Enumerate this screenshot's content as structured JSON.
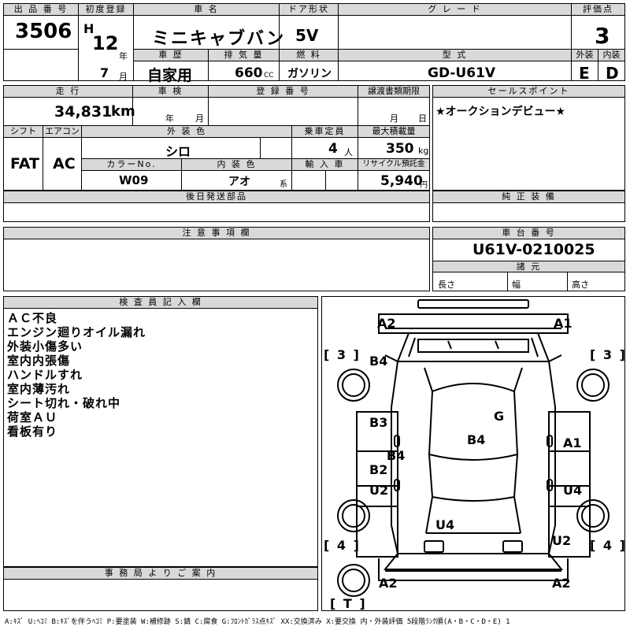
{
  "row1": {
    "lot_label": "出 品 番 号",
    "lot": "3506",
    "first_reg_label": "初度登録",
    "era": "H",
    "year": "12",
    "year_unit": "年",
    "month": "7",
    "month_unit": "月",
    "car_name_label": "車 名",
    "car_name": "ミニキャブバン",
    "door_label": "ドア形状",
    "door": "5V",
    "grade_label": "グ レ ー ド",
    "grade": "",
    "score_label": "評価点",
    "score": "3",
    "history_label": "車 歴",
    "history": "自家用",
    "displacement_label": "排 気 量",
    "displacement": "660",
    "displacement_unit": "CC",
    "fuel_label": "燃 料",
    "fuel": "ガソリン",
    "model_label": "型 式",
    "model": "GD-U61V",
    "ext_grade_label": "外装",
    "ext_grade": "E",
    "int_grade_label": "内装",
    "int_grade": "D"
  },
  "row2": {
    "mileage_label": "走 行",
    "mileage": "34,831",
    "mileage_unit": "km",
    "inspection_label": "車 検",
    "insp_year_unit": "年",
    "insp_month_unit": "月",
    "reg_no_label": "登 録 番 号",
    "transfer_label": "譲渡書類期限",
    "transfer_month_unit": "月",
    "transfer_day_unit": "日",
    "shift_label": "シフト",
    "shift": "FAT",
    "ac_label": "エアコン",
    "ac": "AC",
    "ext_color_label": "外 装 色",
    "ext_color": "シロ",
    "capacity_label": "乗車定員",
    "capacity": "4",
    "capacity_unit": "人",
    "max_load_label": "最大積載量",
    "max_load": "350",
    "max_load_unit": "kg",
    "color_no_label": "カラーNo.",
    "color_no": "W09",
    "int_color_label": "内 装 色",
    "int_color": "アオ",
    "int_color_suffix": "系",
    "import_label": "輸 入 車",
    "recycle_label": "リサイクル預託金",
    "recycle": "5,940",
    "recycle_unit": "円"
  },
  "sales_points": {
    "label": "セールスポイント",
    "text": "★オークションデビュー★"
  },
  "later_parts_label": "後日発送部品",
  "standard_equip_label": "純 正 装 備",
  "caution_label": "注 意 事 項 欄",
  "chassis": {
    "label": "車 台 番 号",
    "number": "U61V-0210025",
    "specs_label": "諸 元",
    "length_label": "長さ",
    "width_label": "幅",
    "height_label": "高さ"
  },
  "inspector": {
    "label": "検 査 員 記 入 欄",
    "notes": [
      "ＡＣ不良",
      "エンジン廻りオイル漏れ",
      "外装小傷多い",
      "室内内張傷",
      "ハンドルすれ",
      "室内薄汚れ",
      "シート切れ・破れ中",
      "荷室ＡＵ",
      "看板有り"
    ]
  },
  "office_label": "事 務 局 よ り ご 案 内",
  "diagram": {
    "marks": {
      "a2_top_left": "A2",
      "a1_top_right": "A1",
      "b4_left": "B4",
      "g_center": "G",
      "b3_left": "B3",
      "b4_center": "B4",
      "a1_right": "A1",
      "b4_left_low": "B4",
      "b2_left": "B2",
      "u2_left": "U2",
      "u4_right": "U4",
      "u4_bottom": "U4",
      "u2_right": "U2",
      "a2_bottom_left": "A2",
      "a2_bottom_right": "A2"
    },
    "brackets": {
      "left_top": "[ 3 ]",
      "right_top": "[ 3 ]",
      "left_bottom": "[ 4 ]",
      "right_bottom": "[ 4 ]",
      "bottom_t": "[ T ]"
    }
  },
  "legend": "A:ｷｽﾞ U:ﾍｺﾐ B:ｷｽﾞを伴うﾍｺﾐ P:要塗装 W:補修跡 S:錆 C:腐食 G:ﾌﾛﾝﾄｶﾞﾗｽ点ｷｽﾞ XX:交換済み X:要交換 内・外装評価 5段階ﾗﾝｸ順(A・B・C・D・E) 1"
}
